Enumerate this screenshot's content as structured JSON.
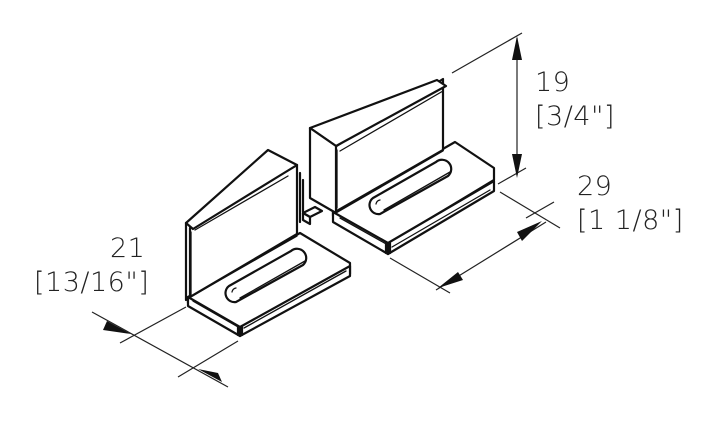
{
  "figure": {
    "type": "technical-drawing",
    "subject": "pair of L-shaped floor guide brackets with slotted mounting holes",
    "line_color": "#111111",
    "background": "#ffffff"
  },
  "dimensions": {
    "height": {
      "metric": "19",
      "imperial": "[3/4\"]"
    },
    "depth": {
      "metric": "29",
      "imperial": "[1 1/8\"]"
    },
    "width": {
      "metric": "21",
      "imperial": "[13/16\"]"
    }
  }
}
